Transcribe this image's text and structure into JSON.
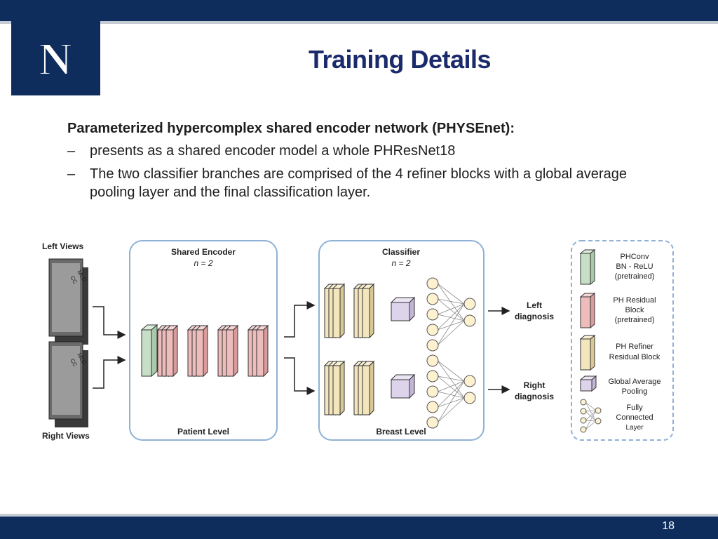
{
  "slide": {
    "title": "Training Details",
    "heading": "Parameterized hypercomplex shared encoder network (PHYSEnet):",
    "bullets": [
      "presents as a shared encoder model a whole PHResNet18",
      "The two classifier branches are comprised of the 4 refiner blocks with a global average pooling layer and the final classification layer."
    ],
    "bullet_marker": "–",
    "page_number": "18",
    "logo_letter": "N"
  },
  "diagram": {
    "left_views": "Left Views",
    "right_views": "Right Views",
    "mlo": "MLO",
    "cc": "CC",
    "encoder_title": "Shared Encoder",
    "encoder_n": "n = 2",
    "encoder_footer": "Patient Level",
    "classifier_title": "Classifier",
    "classifier_n": "n = 2",
    "classifier_footer": "Breast Level",
    "out_left": [
      "Left",
      "diagnosis"
    ],
    "out_right": [
      "Right",
      "diagnosis"
    ],
    "legend": [
      {
        "lines": [
          "PHConv",
          "BN - ReLU",
          "(pretrained)"
        ],
        "color": "#c7dfc7"
      },
      {
        "lines": [
          "PH Residual",
          "Block",
          "(pretrained)"
        ],
        "color": "#efbcbc"
      },
      {
        "lines": [
          "PH Refiner",
          "Residual Block"
        ],
        "color": "#f3e6bd"
      },
      {
        "lines": [
          "Global Average",
          "Pooling"
        ],
        "color": "#ddd3ea"
      },
      {
        "lines": [
          "Fully",
          "Connected",
          "Layer"
        ],
        "color": "#f6e6b4"
      }
    ]
  },
  "colors": {
    "brand_navy": "#0f2d5c",
    "title_color": "#1b2a6b",
    "panel_border": "#8fb1d6"
  }
}
